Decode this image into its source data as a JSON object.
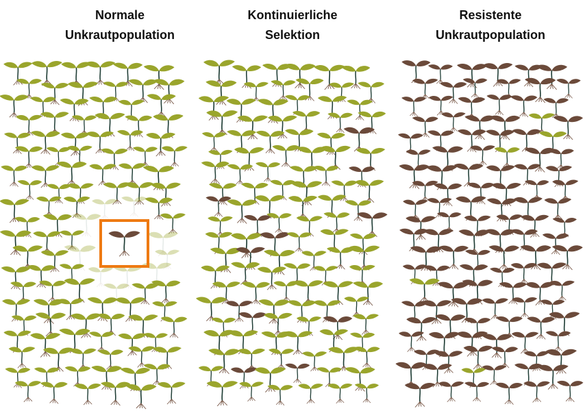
{
  "panels": [
    {
      "title_line1": "Normale",
      "title_line2": "Unkrautpopulation",
      "brown_share": 0.0,
      "highlight": true
    },
    {
      "title_line1": "Kontinuierliche",
      "title_line2": "Selektion",
      "brown_share": 0.1,
      "highlight": false
    },
    {
      "title_line1": "Resistente",
      "title_line2": "Unkrautpopulation",
      "brown_share": 0.98,
      "highlight": false
    }
  ],
  "colors": {
    "susceptible": "#9aa52c",
    "resistant": "#6b4a3a",
    "stem": "#1f3d35",
    "root": "#7a5a4a",
    "highlight": "#ee7a12"
  },
  "icons": {
    "plant": "seedling-icon"
  }
}
